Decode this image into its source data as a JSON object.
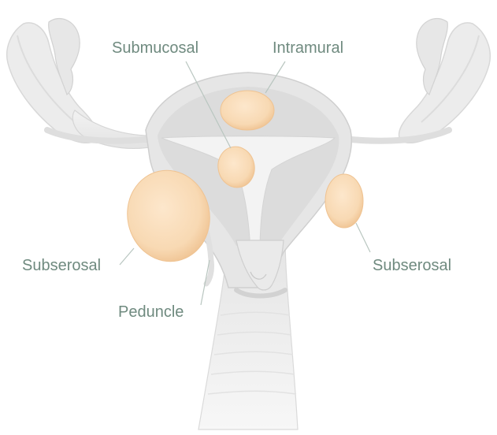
{
  "labels": {
    "submucosal": "Submucosal",
    "intramural": "Intramural",
    "subserosal_left": "Subserosal",
    "subserosal_right": "Subserosal",
    "peduncle": "Peduncle"
  },
  "colors": {
    "tissue_light": "#efefef",
    "tissue_mid": "#e2e2e2",
    "tissue_dark": "#d0d0d0",
    "fibroid": "#f8d9b3",
    "fibroid_edge": "#efc392",
    "label_text": "#6f8a7f",
    "leader_line": "#b9c6c0"
  }
}
